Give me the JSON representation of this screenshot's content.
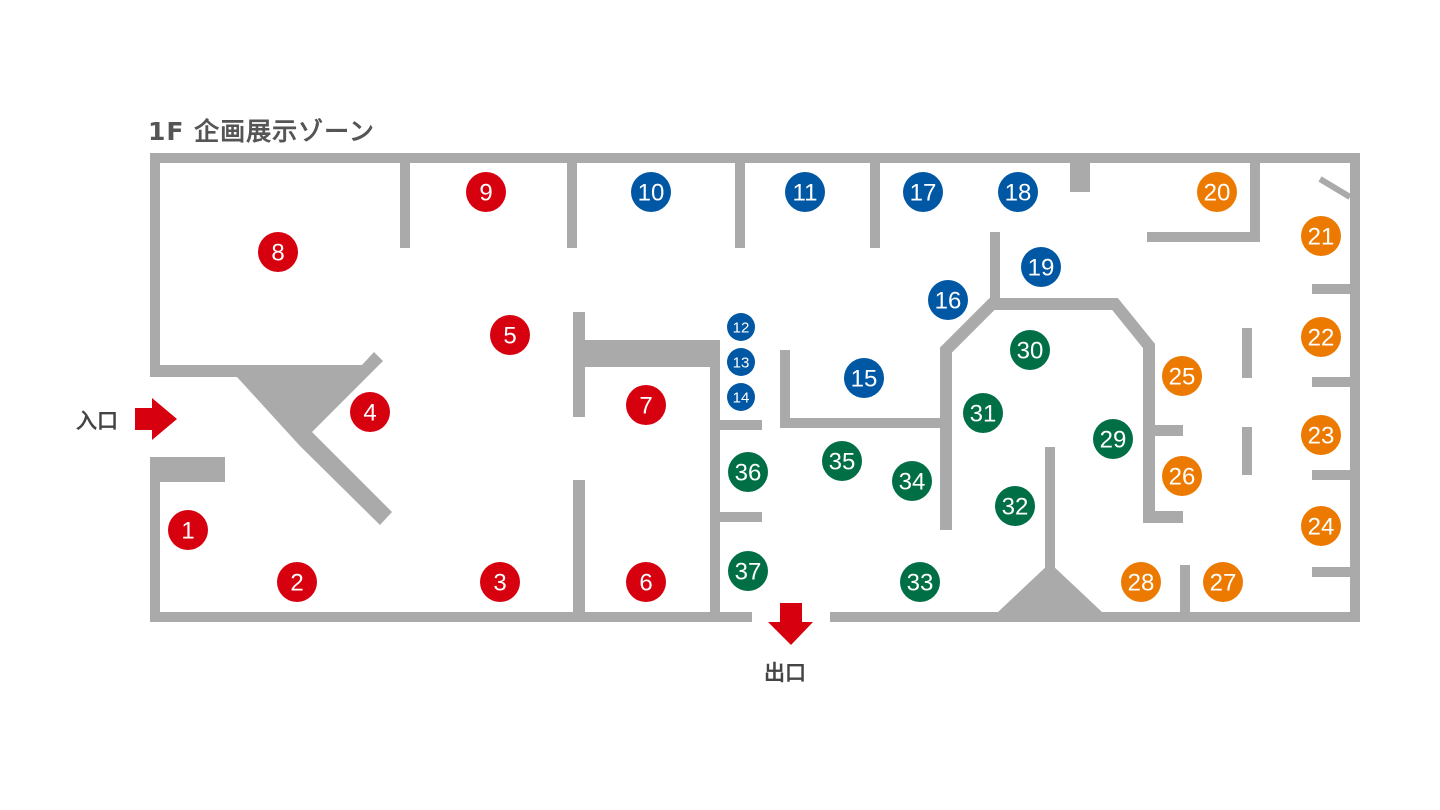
{
  "title": "1F 企画展示ゾーン",
  "entrance_label": "入口",
  "exit_label": "出口",
  "colors": {
    "wall": "#aaaaaa",
    "red": "#d7000f",
    "blue": "#0057a3",
    "green": "#006f45",
    "orange": "#ec7a00",
    "arrow": "#d7000f"
  },
  "markers": [
    {
      "n": "1",
      "color": "red"
    },
    {
      "n": "2",
      "color": "red"
    },
    {
      "n": "3",
      "color": "red"
    },
    {
      "n": "4",
      "color": "red"
    },
    {
      "n": "5",
      "color": "red"
    },
    {
      "n": "6",
      "color": "red"
    },
    {
      "n": "7",
      "color": "red"
    },
    {
      "n": "8",
      "color": "red"
    },
    {
      "n": "9",
      "color": "red"
    },
    {
      "n": "10",
      "color": "blue"
    },
    {
      "n": "11",
      "color": "blue"
    },
    {
      "n": "12",
      "color": "blue"
    },
    {
      "n": "13",
      "color": "blue"
    },
    {
      "n": "14",
      "color": "blue"
    },
    {
      "n": "15",
      "color": "blue"
    },
    {
      "n": "16",
      "color": "blue"
    },
    {
      "n": "17",
      "color": "blue"
    },
    {
      "n": "18",
      "color": "blue"
    },
    {
      "n": "19",
      "color": "blue"
    },
    {
      "n": "20",
      "color": "orange"
    },
    {
      "n": "21",
      "color": "orange"
    },
    {
      "n": "22",
      "color": "orange"
    },
    {
      "n": "23",
      "color": "orange"
    },
    {
      "n": "24",
      "color": "orange"
    },
    {
      "n": "25",
      "color": "orange"
    },
    {
      "n": "26",
      "color": "orange"
    },
    {
      "n": "27",
      "color": "orange"
    },
    {
      "n": "28",
      "color": "orange"
    },
    {
      "n": "29",
      "color": "green"
    },
    {
      "n": "30",
      "color": "green"
    },
    {
      "n": "31",
      "color": "green"
    },
    {
      "n": "32",
      "color": "green"
    },
    {
      "n": "33",
      "color": "green"
    },
    {
      "n": "34",
      "color": "green"
    },
    {
      "n": "35",
      "color": "green"
    },
    {
      "n": "36",
      "color": "green"
    },
    {
      "n": "37",
      "color": "green"
    }
  ]
}
